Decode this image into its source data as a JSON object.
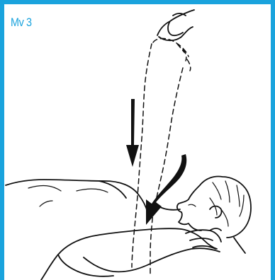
{
  "figure": {
    "label": "Mv 3",
    "accent_color": "#1aa3dd"
  },
  "arrows": {
    "straight": "arrow-down",
    "curved": "arrow-curved-down-left"
  }
}
